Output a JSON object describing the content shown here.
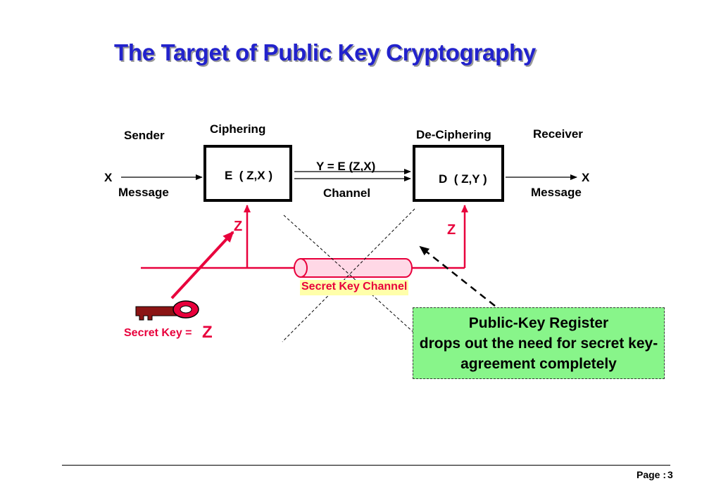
{
  "title": "The Target of Public Key Cryptography",
  "colors": {
    "title": "#2222cc",
    "accent": "#e8003c",
    "note_bg": "#88f58a",
    "channel_label_bg": "#ffffaa"
  },
  "labels": {
    "sender": "Sender",
    "ciphering": "Ciphering",
    "deciphering": "De-Ciphering",
    "receiver": "Receiver",
    "x_in": "X",
    "x_out": "X",
    "message_in": "Message",
    "message_out": "Message",
    "encrypt_box": "E  ( Z,X )",
    "decrypt_box": "D  ( Z,Y )",
    "ciphertext": "Y = E (Z,X)",
    "channel": "Channel",
    "z_left": "Z",
    "z_right": "Z",
    "secret_key_channel": "Secret Key Channel",
    "secret_key": "Secret Key =",
    "secret_key_z": "Z"
  },
  "note": {
    "line1": "Public-Key Register",
    "line2": "drops out the need for secret key-",
    "line3": "agreement completely"
  },
  "icons": {
    "key": "key-icon",
    "cross": "cross-out-icon"
  },
  "footer": {
    "page_label": "Page :",
    "page_number": "3"
  }
}
